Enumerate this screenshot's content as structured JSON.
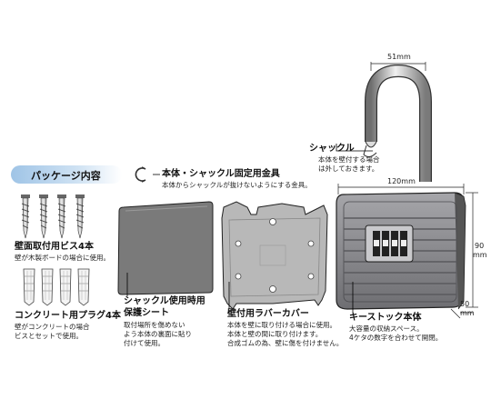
{
  "package_label": "パッケージ内容",
  "parts": {
    "screws": {
      "title": "壁面取付用ビス4本",
      "desc": [
        "壁が木製ボードの場合に使用。"
      ]
    },
    "plugs": {
      "title": "コンクリート用プラグ4本",
      "desc": [
        "壁がコンクリートの場合",
        "ビスとセットで使用。"
      ]
    },
    "fixing_clip": {
      "title": "本体・シャックル固定用金具",
      "desc": [
        "本体からシャックルが抜けないようにする金具。"
      ]
    },
    "shackle": {
      "title": "シャックル",
      "desc": [
        "本体を壁付する場合",
        "は外しておきます。"
      ]
    },
    "protective_sheet": {
      "title": "シャックル使用時用",
      "title2": "保護シート",
      "desc": [
        "取付場所を傷めない",
        "よう本体の裏面に貼り",
        "付けて使用。"
      ]
    },
    "rubber_cover": {
      "title": "壁付用ラバーカバー",
      "desc": [
        "本体を壁に取り付ける場合に使用。",
        "本体と壁の間に取り付けます。",
        "合成ゴムの為、壁に傷を付けません。"
      ]
    },
    "key_stock": {
      "title": "キーストック本体",
      "desc": [
        "大容量の収納スペース。",
        "4ケタの数字を合わせて開閉。"
      ]
    }
  },
  "dimensions": {
    "shackle_width": "51mm",
    "body_width": "120mm",
    "body_height": "90",
    "body_height_unit": "mm",
    "body_depth": "50",
    "body_depth_unit": "mm"
  },
  "colors": {
    "accent_blue": "#9fc4e6",
    "body_gray": "#8a8a8e",
    "sheet_gray": "#777777",
    "cover_gray": "#b5b5b5"
  }
}
